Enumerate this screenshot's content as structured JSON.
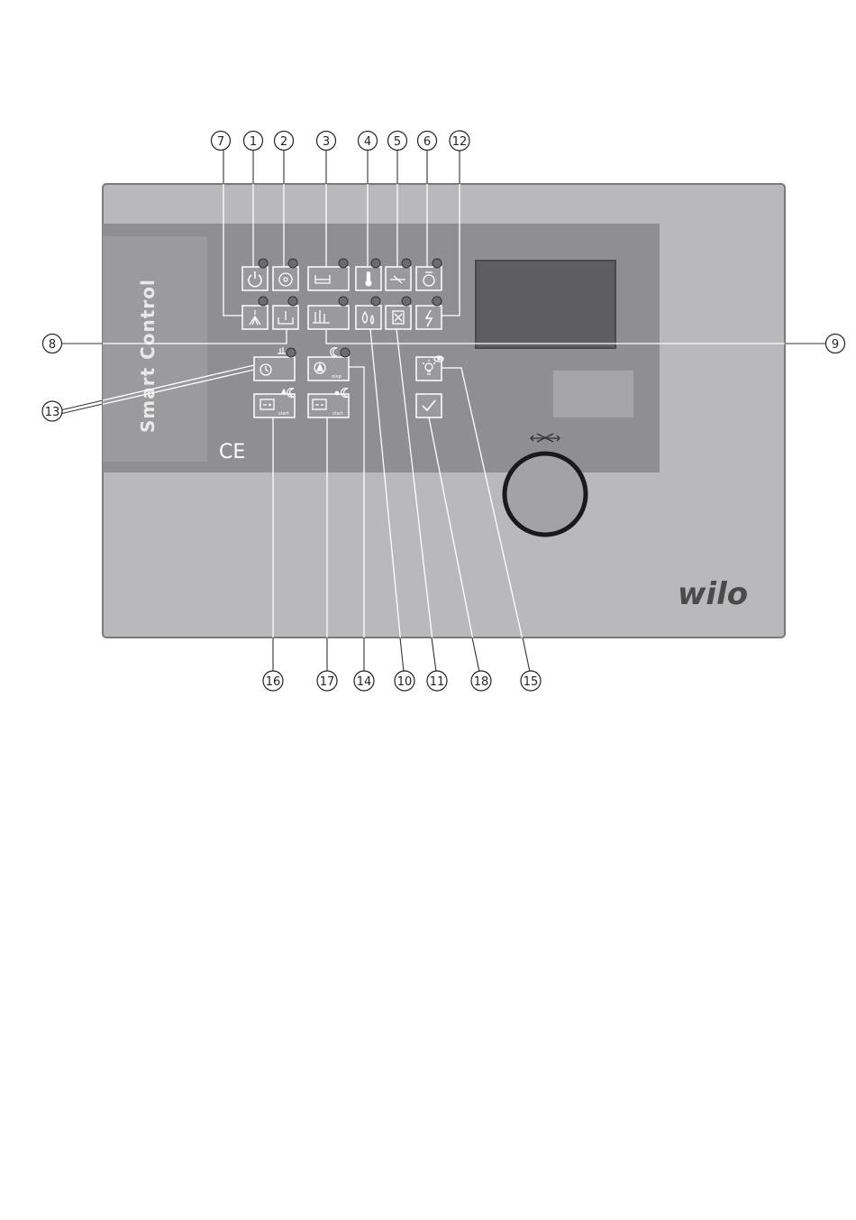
{
  "brand": {
    "panel_title": "Smart Control",
    "ce_mark": "CE",
    "logo": "wilo"
  },
  "buttons": {
    "start_label": "start",
    "stop_label": "stop"
  },
  "callouts": {
    "c7": "7",
    "c1": "1",
    "c2": "2",
    "c3": "3",
    "c4": "4",
    "c5": "5",
    "c6": "6",
    "c12": "12",
    "c8": "8",
    "c9": "9",
    "c13": "13",
    "c16": "16",
    "c17": "17",
    "c14": "14",
    "c10": "10",
    "c11": "11",
    "c18": "18",
    "c15": "15"
  },
  "colors": {
    "housing": "#b9b9bb",
    "panel_dark": "#8f8f91",
    "label_strip": "#9b9b9d",
    "display": "#5e5e60",
    "key_face": "#9a9a9c",
    "knob": "#a3a3a5",
    "led": "#6c6c6e"
  }
}
